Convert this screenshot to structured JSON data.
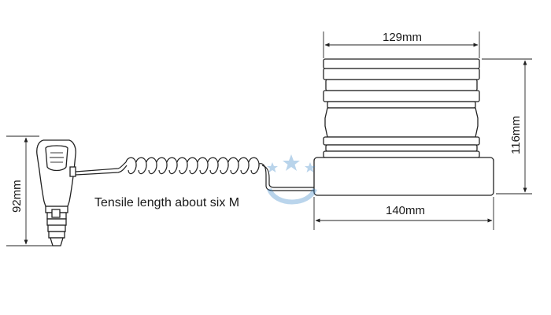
{
  "dimensions": {
    "top_width": "129mm",
    "base_width": "140mm",
    "height": "116mm",
    "plug_length": "92mm"
  },
  "note": "Tensile length about six M",
  "colors": {
    "line": "#222222",
    "watermark": "#3a86c8"
  },
  "icons": {
    "watermark": "star-logo-watermark"
  }
}
